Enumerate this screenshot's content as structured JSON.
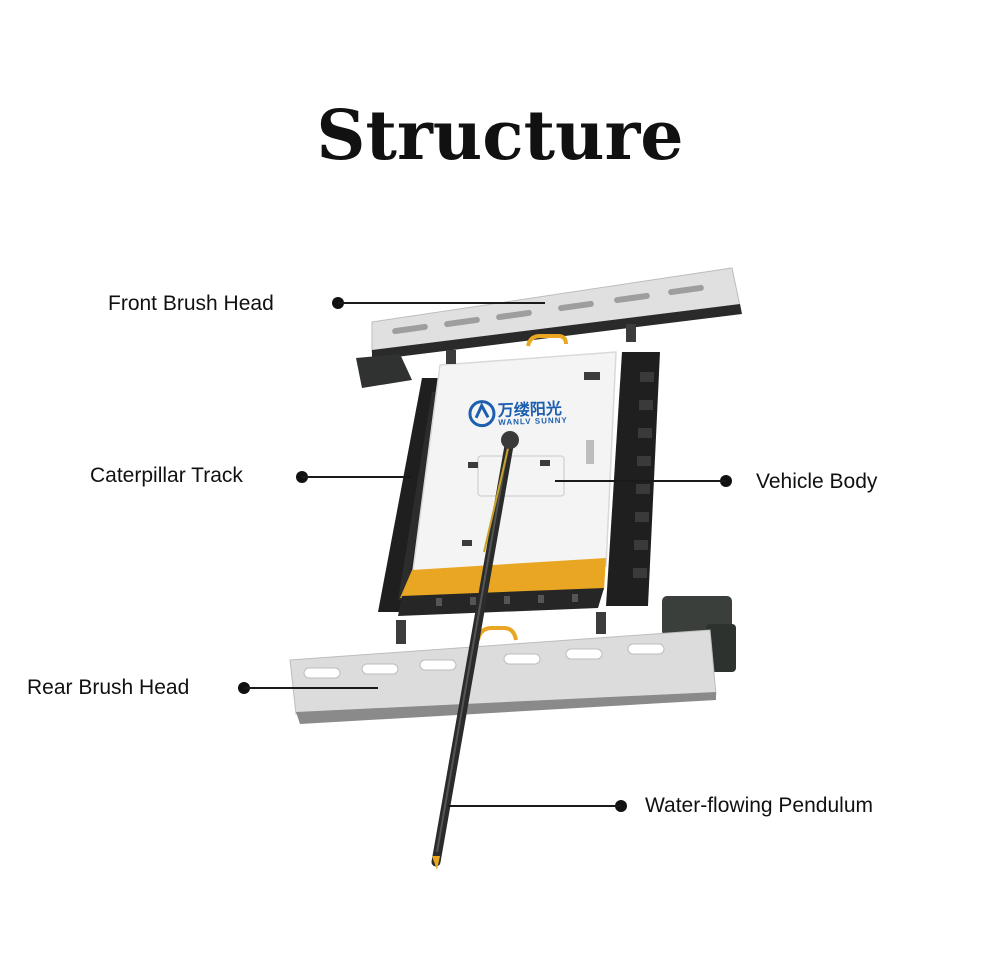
{
  "title": "Structure",
  "brand": {
    "name_cn": "万缕阳光",
    "name_en": "WANLV SUNNY"
  },
  "labels": {
    "front_brush_head": "Front Brush Head",
    "caterpillar_track": "Caterpillar Track",
    "vehicle_body": "Vehicle Body",
    "rear_brush_head": "Rear Brush Head",
    "water_pendulum": "Water-flowing Pendulum"
  },
  "colors": {
    "body_white": "#f4f4f4",
    "track_black": "#1f1f1f",
    "accent_yellow": "#e8a623",
    "brand_blue": "#1d5fae",
    "brush_grey": "#dcdcdc",
    "motor_dark": "#3a3f3c"
  }
}
